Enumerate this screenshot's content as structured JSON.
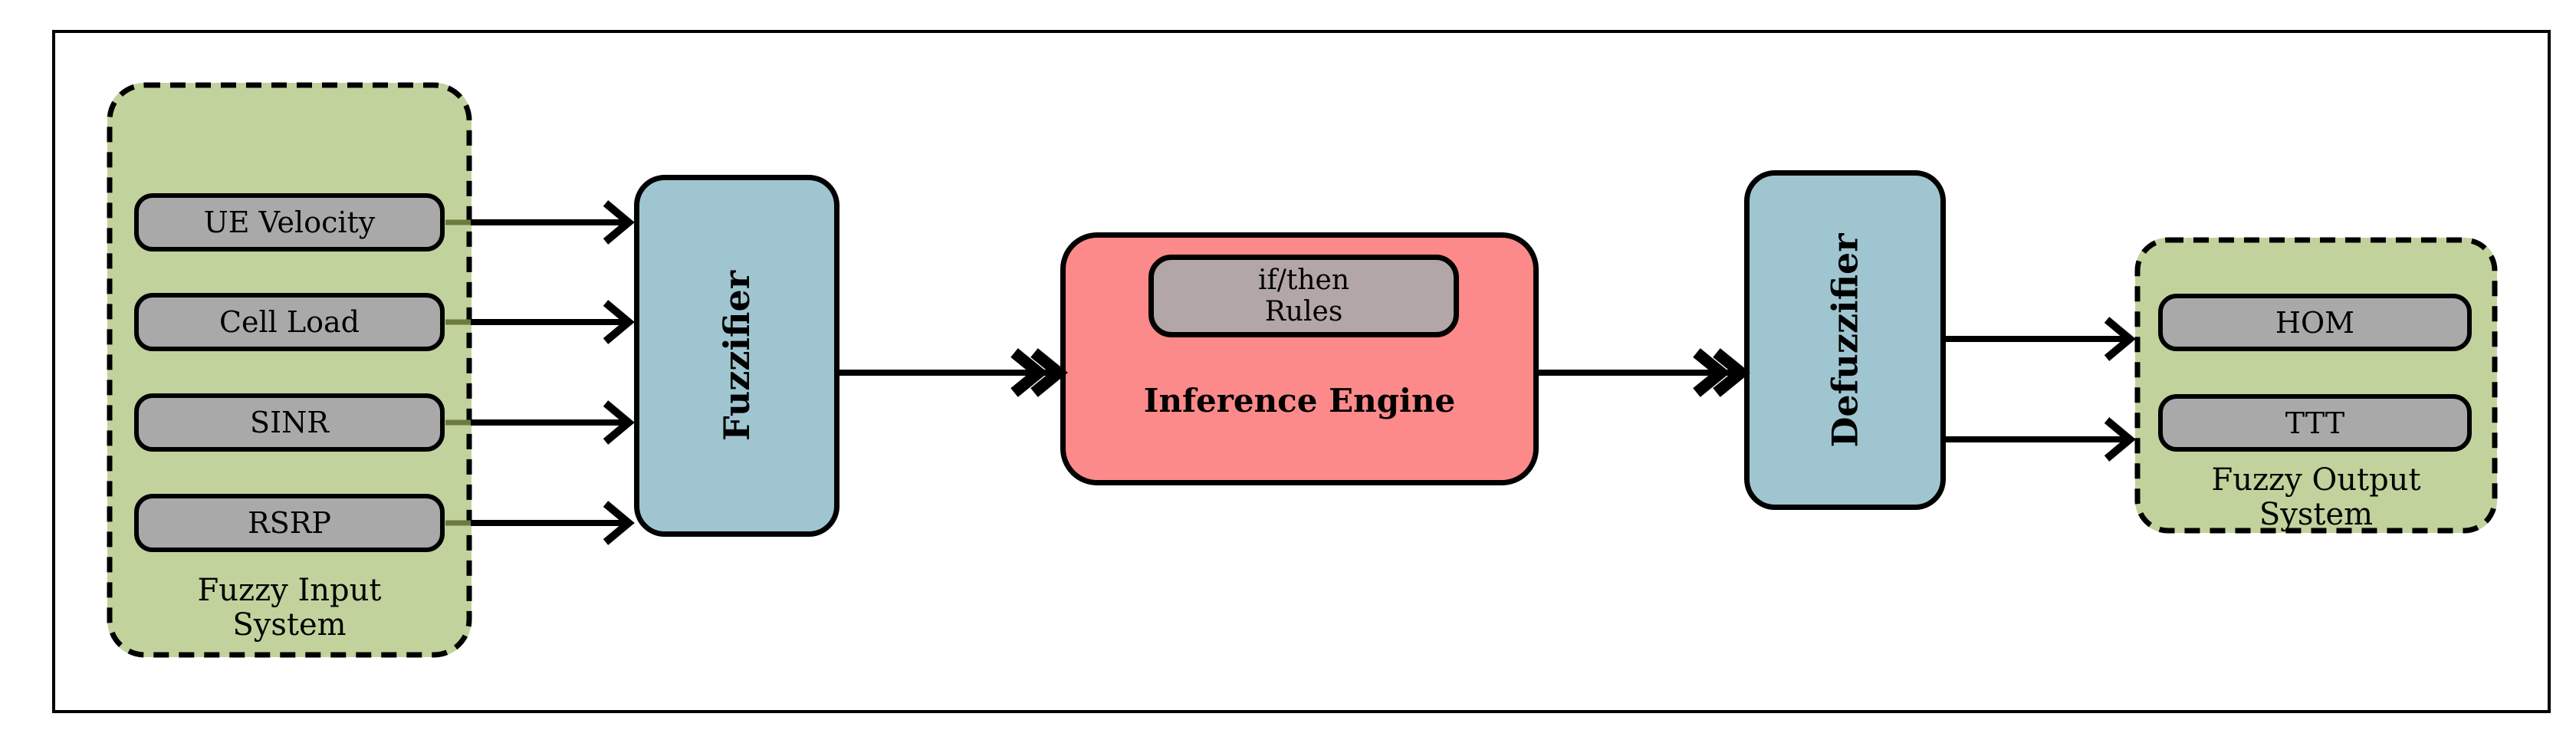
{
  "diagram": {
    "input_system": {
      "label": "Fuzzy Input System",
      "label_lines": [
        "Fuzzy Input",
        "System"
      ],
      "items": [
        "UE Velocity",
        "Cell Load",
        "SINR",
        "RSRP"
      ]
    },
    "fuzzifier": {
      "label": "Fuzzifier"
    },
    "inference_engine": {
      "label": "Inference Engine",
      "rules_label": "if/then Rules",
      "rules_lines": [
        "if/then",
        "Rules"
      ]
    },
    "defuzzifier": {
      "label": "Defuzzifier"
    },
    "output_system": {
      "label": "Fuzzy Output System",
      "label_lines": [
        "Fuzzy Output",
        "System"
      ],
      "items": [
        "HOM",
        "TTT"
      ]
    }
  },
  "colors": {
    "green_fill": "#c2d29c",
    "blue_fill": "#9fc5d0",
    "red_fill": "#fc8a8a",
    "gray_fill": "#a9a9a9",
    "rules_fill": "#b2a6a6",
    "stub": "#6d7a3f",
    "ink": "#000000",
    "page_bg": "#ffffff"
  }
}
